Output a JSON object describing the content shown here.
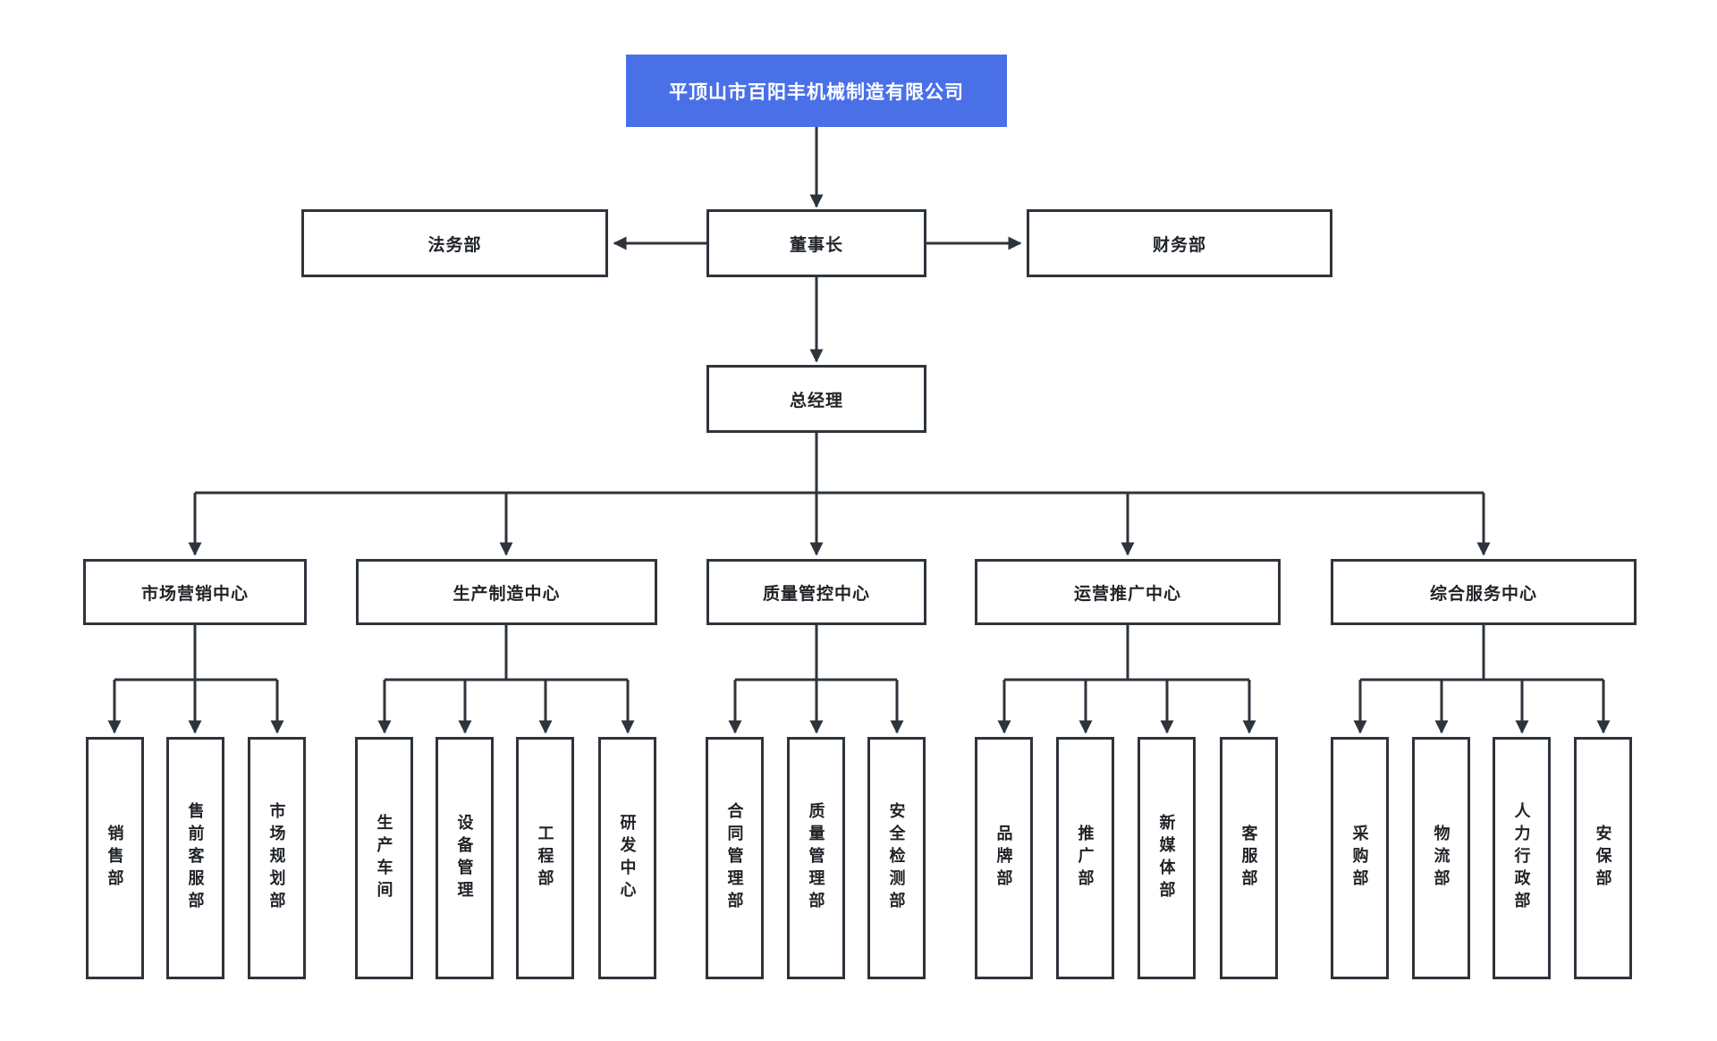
{
  "org_chart": {
    "root": {
      "label": "平顶山市百阳丰机械制造有限公司"
    },
    "level2": {
      "legal": {
        "label": "法务部"
      },
      "chairman": {
        "label": "董事长"
      },
      "finance": {
        "label": "财务部"
      }
    },
    "general_manager": {
      "label": "总经理"
    },
    "centers": [
      {
        "label": "市场营销中心",
        "children": [
          {
            "label": "销售部"
          },
          {
            "label": "售前客服部"
          },
          {
            "label": "市场规划部"
          }
        ]
      },
      {
        "label": "生产制造中心",
        "children": [
          {
            "label": "生产车间"
          },
          {
            "label": "设备管理"
          },
          {
            "label": "工程部"
          },
          {
            "label": "研发中心"
          }
        ]
      },
      {
        "label": "质量管控中心",
        "children": [
          {
            "label": "合同管理部"
          },
          {
            "label": "质量管理部"
          },
          {
            "label": "安全检测部"
          }
        ]
      },
      {
        "label": "运营推广中心",
        "children": [
          {
            "label": "品牌部"
          },
          {
            "label": "推广部"
          },
          {
            "label": "新媒体部"
          },
          {
            "label": "客服部"
          }
        ]
      },
      {
        "label": "综合服务中心",
        "children": [
          {
            "label": "采购部"
          },
          {
            "label": "物流部"
          },
          {
            "label": "人力行政部"
          },
          {
            "label": "安保部"
          }
        ]
      }
    ],
    "colors": {
      "root_bg": "#4A70E8",
      "root_text": "#FFFFFF",
      "line": "#2E343B",
      "node_bg": "#FFFFFF",
      "node_text": "#1F2328"
    }
  }
}
